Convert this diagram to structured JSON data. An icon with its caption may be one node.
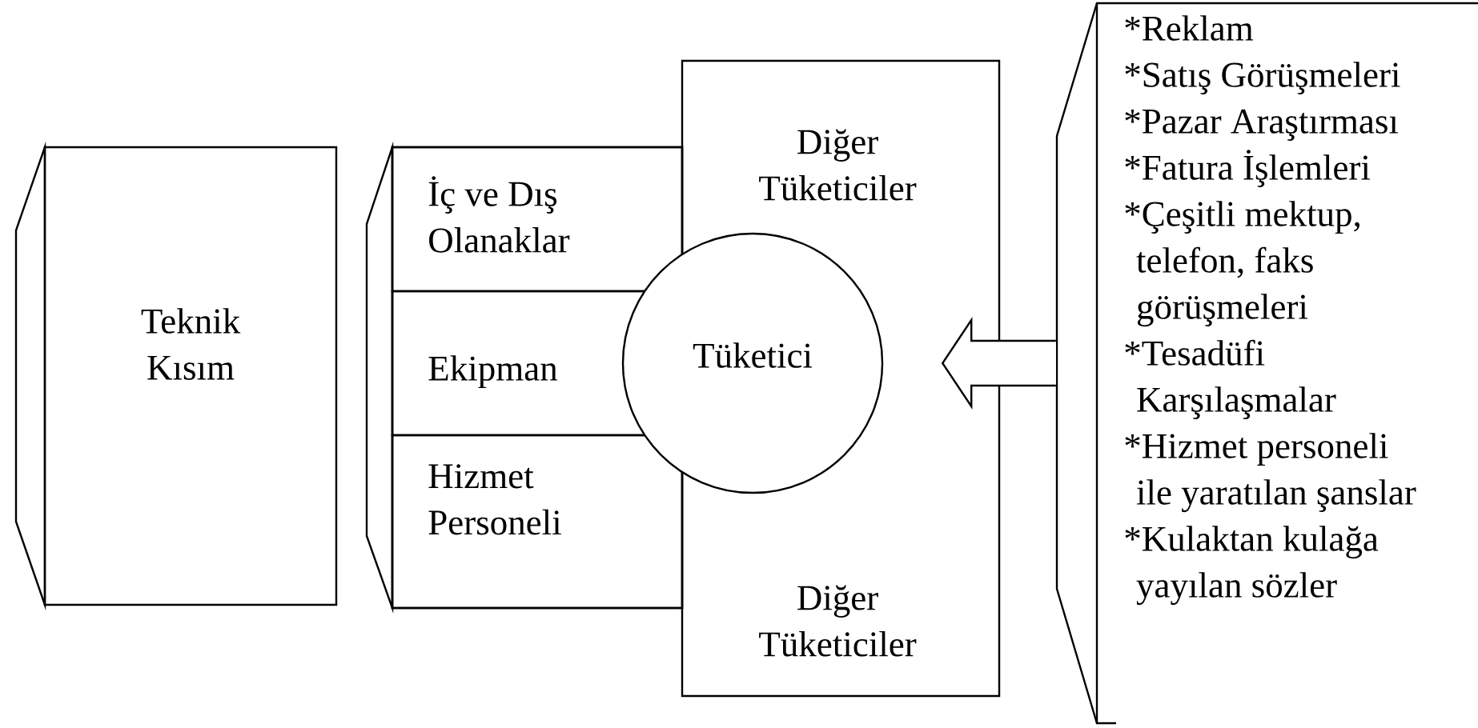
{
  "diagram": {
    "nodes": [
      {
        "text": [
          "Teknik Kısım"
        ]
      },
      {
        "text": [],
        "shape": "box"
      },
      {
        "text": [
          "İç ve Dış Olanaklar"
        ],
        "in": 1
      },
      {
        "text": [
          "Ekipman"
        ],
        "in": 1
      },
      {
        "text": [
          "Hizmet Personeli"
        ],
        "in": 1
      },
      {
        "text": [
          "Diğer Tüketiciler",
          "Diğer Tüketiciler"
        ]
      },
      {
        "text": [
          "Tüketici"
        ]
      },
      {
        "text": [
          "*Reklam",
          "*Satış Görüşmeleri",
          "*Pazar Araştırması",
          "*Fatura İşlemleri",
          "*Çeşitli mektup, telefon, faks görüşmeleri",
          "*Tesadüfi Karşılaşmalar",
          "*Hizmet personeli ile yaratılan şanslar",
          "*Kulaktan kulağa yayılan sözler"
        ]
      }
    ],
    "edges": [
      {
        "from": 7,
        "to": 6,
        "arrow": "to"
      }
    ]
  }
}
